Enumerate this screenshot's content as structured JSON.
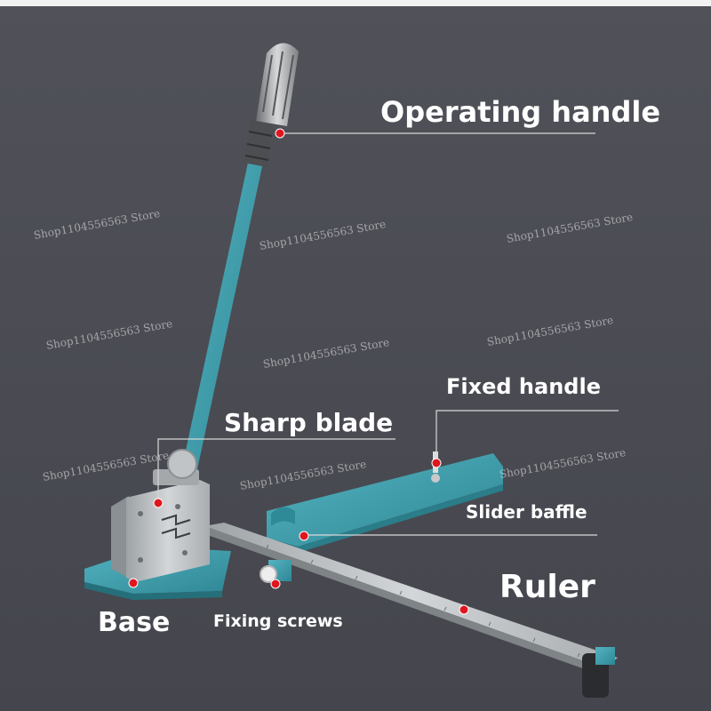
{
  "labels": {
    "operating_handle": "Operating handle",
    "fixed_handle": "Fixed handle",
    "sharp_blade": "Sharp blade",
    "slider_baffle": "Slider baffle",
    "ruler": "Ruler",
    "base": "Base",
    "fixing_screws": "Fixing screws"
  },
  "watermark": "Shop1104556563 Store",
  "colors": {
    "background": "#4a4b52",
    "tool_teal": "#3f9fad",
    "steel": "#b9bdc0",
    "marker_red": "#e0161e",
    "label_text": "#ffffff"
  }
}
